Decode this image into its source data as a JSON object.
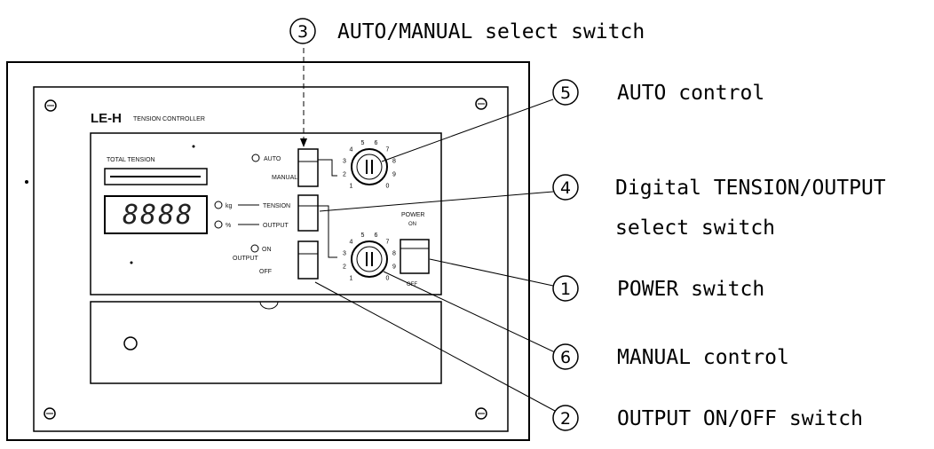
{
  "panel": {
    "brand": "LE-H",
    "model_title": "TENSION CONTROLLER",
    "total_tension_label": "TOTAL TENSION",
    "display_value": "8888",
    "auto_label": "AUTO",
    "manual_label": "MANUAL",
    "kg_label": "kg",
    "tension_label": "TENSION",
    "pct_label": "%",
    "output_label": "OUTPUT",
    "on_label": "ON",
    "output2_label": "OUTPUT",
    "off_label": "OFF",
    "power_label": "POWER",
    "power_on_label": "ON",
    "power_off_label": "OFF",
    "auto_dial_scale": [
      "1",
      "2",
      "3",
      "4",
      "5",
      "6",
      "7",
      "8",
      "9",
      "0"
    ],
    "manual_dial_scale": [
      "1",
      "2",
      "3",
      "4",
      "5",
      "6",
      "7",
      "8",
      "9",
      "0"
    ]
  },
  "callouts": [
    {
      "number": "3",
      "lines": [
        "AUTO/MANUAL select switch"
      ]
    },
    {
      "number": "5",
      "lines": [
        "AUTO control"
      ]
    },
    {
      "number": "4",
      "lines": [
        "Digital TENSION/OUTPUT",
        "select switch"
      ]
    },
    {
      "number": "1",
      "lines": [
        "POWER switch"
      ]
    },
    {
      "number": "6",
      "lines": [
        "MANUAL control"
      ]
    },
    {
      "number": "2",
      "lines": [
        "OUTPUT ON/OFF switch"
      ]
    }
  ]
}
